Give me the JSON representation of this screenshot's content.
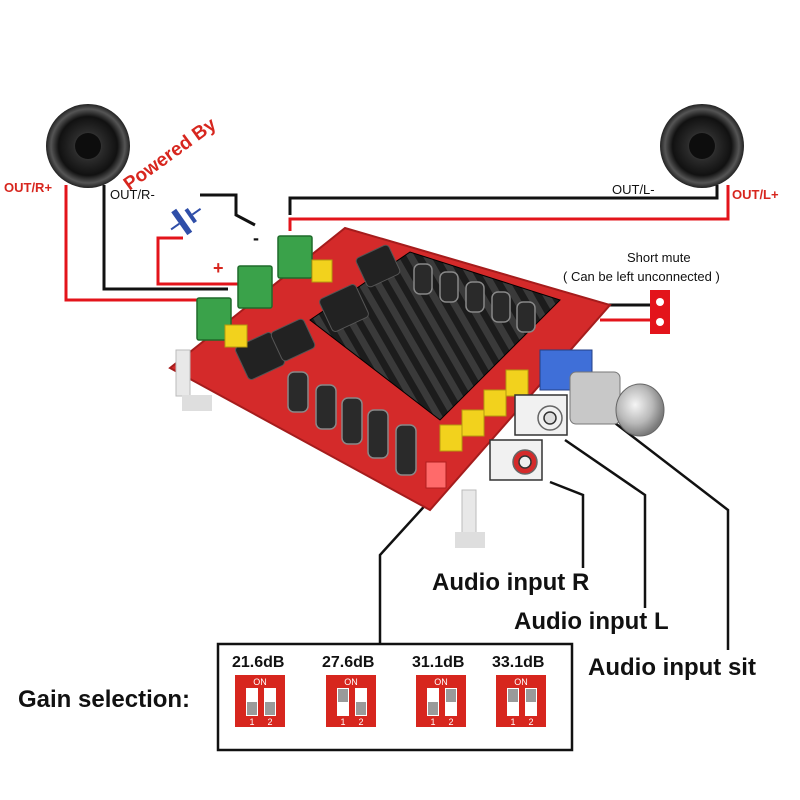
{
  "labels": {
    "out_r_plus": "OUT/R+",
    "out_r_minus": "OUT/R-",
    "out_l_minus": "OUT/L-",
    "out_l_plus": "OUT/L+",
    "powered_by": "Powered By",
    "plus_sign": "+",
    "minus_sign": "-",
    "short_mute": "Short mute",
    "short_mute_note": "( Can be left unconnected )",
    "audio_input_r": "Audio input R",
    "audio_input_l": "Audio input L",
    "audio_input_sit": "Audio input sit",
    "gain_selection": "Gain selection:"
  },
  "gain_options": [
    {
      "db": "21.6dB",
      "switch1": "down",
      "switch2": "down"
    },
    {
      "db": "27.6dB",
      "switch1": "up",
      "switch2": "down"
    },
    {
      "db": "31.1dB",
      "switch1": "down",
      "switch2": "up"
    },
    {
      "db": "33.1dB",
      "switch1": "up",
      "switch2": "up"
    }
  ],
  "dip_text": {
    "on": "ON",
    "one": "1",
    "two": "2"
  },
  "colors": {
    "wire_red": "#e3141b",
    "wire_black": "#111111",
    "pcb": "#d42a2a",
    "heatsink": "#1c1c1c",
    "terminal_green": "#3aa24a",
    "cap_yellow": "#f2d21d",
    "label_red": "#d7261e"
  }
}
